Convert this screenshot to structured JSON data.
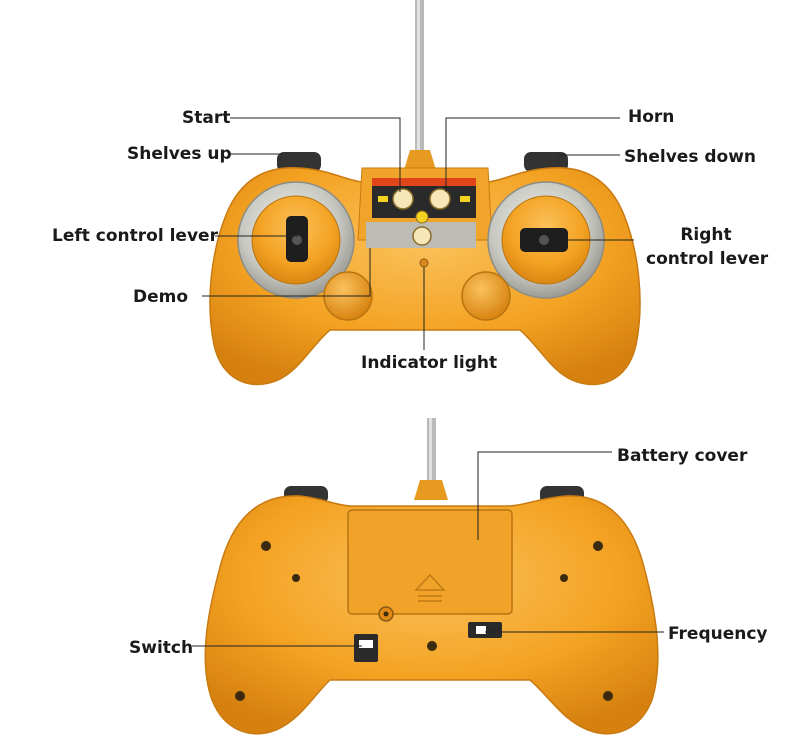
{
  "figure": {
    "labels": {
      "start": "Start",
      "horn": "Horn",
      "shelves_up": "Shelves up",
      "shelves_down": "Shelves down",
      "left_control_lever": "Left control lever",
      "right_control_lever_line1": "Right",
      "right_control_lever_line2": "control lever",
      "demo": "Demo",
      "indicator_light": "Indicator light",
      "battery_cover": "Battery cover",
      "switch": "Switch",
      "frequency": "Frequency"
    },
    "colors": {
      "body": "#f3a222",
      "body_dark": "#d98412",
      "body_light": "#f9be55",
      "ring": "#c9c9c4",
      "panel": "#2a2a2a",
      "leader_line": "#222222"
    }
  }
}
